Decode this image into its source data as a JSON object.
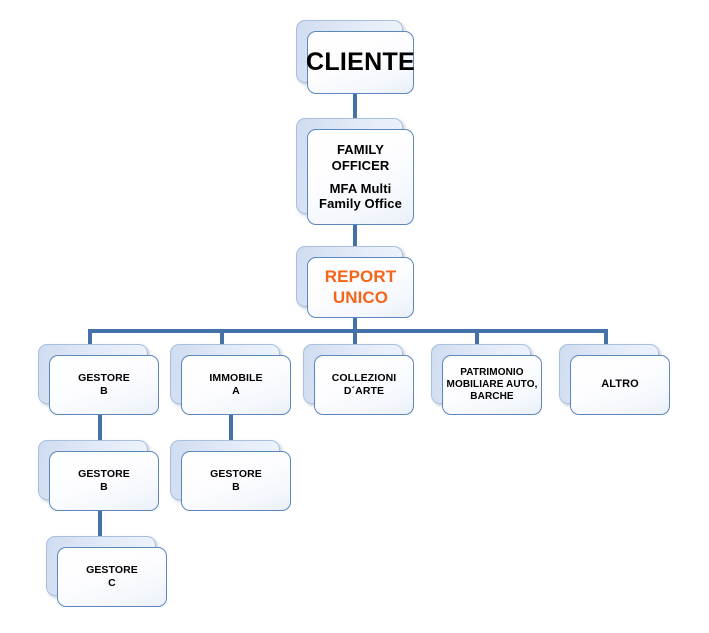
{
  "diagram": {
    "title_node": "CLIENTE",
    "type": "organizational-hierarchy",
    "background_color": "#ffffff",
    "palette": {
      "connector": "#4472a8",
      "card_border": "#5b87bf",
      "card_back_fill": "#dae4f4",
      "card_front_fill": "#ffffff",
      "text": "#000000",
      "accent": "#f4651a"
    },
    "nodes": [
      {
        "id": "cliente",
        "label": "CLIENTE",
        "sub": "",
        "level": 0,
        "accent": false
      },
      {
        "id": "family-officer",
        "label": "FAMILY\nOFFICER",
        "sub": "MFA Multi\nFamily Office",
        "level": 1,
        "accent": false
      },
      {
        "id": "report-unico",
        "label": "REPORT\nUNICO",
        "sub": "",
        "level": 2,
        "accent": true
      },
      {
        "id": "gestore-b-1",
        "label": "GESTORE\nB",
        "sub": "",
        "level": 3,
        "accent": false
      },
      {
        "id": "immobile-a",
        "label": "IMMOBILE\nA",
        "sub": "",
        "level": 3,
        "accent": false
      },
      {
        "id": "collezioni-arte",
        "label": "COLLEZIONI\nD´ARTE",
        "sub": "",
        "level": 3,
        "accent": false
      },
      {
        "id": "patrimonio-mobiliare",
        "label": "PATRIMONIO\nMOBILIARE AUTO,\nBARCHE",
        "sub": "",
        "level": 3,
        "accent": false
      },
      {
        "id": "altro",
        "label": "ALTRO",
        "sub": "",
        "level": 3,
        "accent": false
      },
      {
        "id": "gestore-b-2",
        "label": "GESTORE\nB",
        "sub": "",
        "level": 4,
        "accent": false
      },
      {
        "id": "gestore-b-3",
        "label": "GESTORE\nB",
        "sub": "",
        "level": 4,
        "accent": false
      },
      {
        "id": "gestore-c",
        "label": "GESTORE\nC",
        "sub": "",
        "level": 5,
        "accent": false
      }
    ]
  }
}
